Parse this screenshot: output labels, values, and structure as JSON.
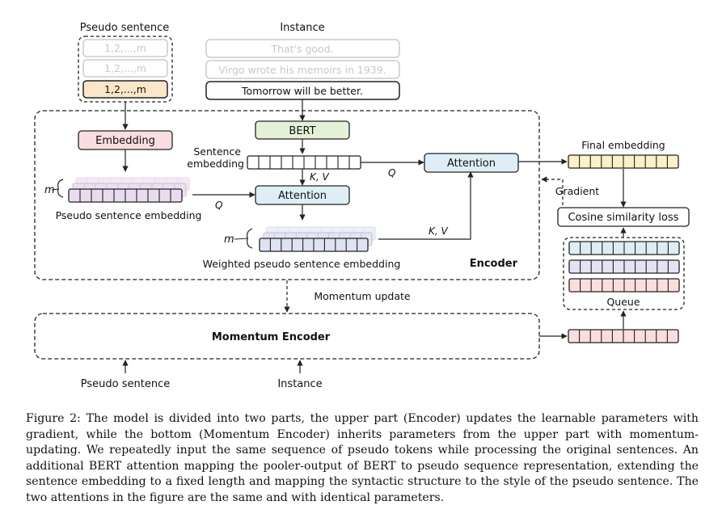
{
  "labels": {
    "pseudo_sentence_title": "Pseudo sentence",
    "instance_title": "Instance",
    "pseudo_token_seq": "1,2,...,m",
    "instance_1": "That's good.",
    "instance_2": "Virgo wrote his memoirs in 1939.",
    "instance_3": "Tomorrow will be better.",
    "embedding": "Embedding",
    "bert": "BERT",
    "sentence_embedding_line1": "Sentence",
    "sentence_embedding_line2": "embedding",
    "kv": "K, V",
    "q": "Q",
    "attention": "Attention",
    "m": "m",
    "pseudo_sentence_embedding": "Pseudo sentence embedding",
    "weighted_pseudo_sentence_embedding": "Weighted pseudo sentence embedding",
    "encoder": "Encoder",
    "final_embedding": "Final embedding",
    "gradient": "Gradient",
    "cosine_similarity_loss": "Cosine similarity loss",
    "queue": "Queue",
    "momentum_update": "Momentum update",
    "momentum_encoder": "Momentum Encoder",
    "bottom_pseudo_sentence": "Pseudo sentence",
    "bottom_instance": "Instance"
  },
  "colors": {
    "embedding_fill": "#f9dde0",
    "bert_fill": "#e4f1d7",
    "attention_fill": "#dfeef6",
    "pseudo_emb_fill": "#e9dcef",
    "weighted_emb_fill": "#dfe2f2",
    "final_emb_fill": "#fbf1c6",
    "queue_blue": "#ddeef2",
    "queue_purple": "#e5e2f2",
    "queue_pink": "#f9dede",
    "momentum_out_fill": "#f9dede",
    "token_highlight": "#fbe6c9"
  },
  "caption": "Figure 2: The model is divided into two parts, the upper part (Encoder) updates the learnable parameters with gradient, while the bottom (Momentum Encoder) inherits parameters from the upper part with momentum-updating. We repeatedly input the same sequence of pseudo tokens while processing the original sentences. An additional BERT attention mapping the pooler-output of BERT to pseudo sequence representation, extending the sentence embedding to a fixed length and mapping the syntactic structure to the style of the pseudo sentence. The two attentions in the figure are the same and with identical parameters."
}
